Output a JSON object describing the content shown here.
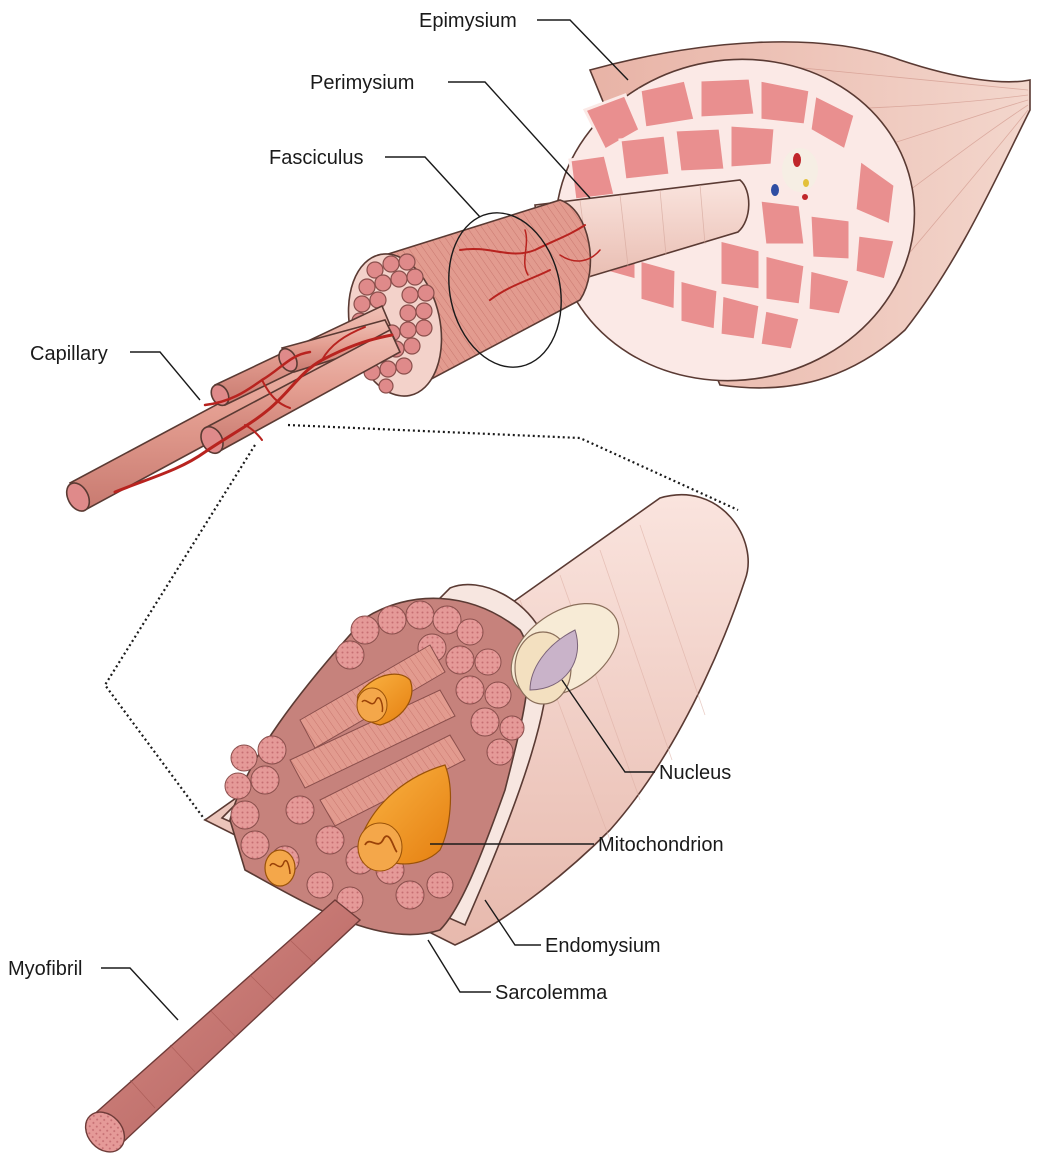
{
  "labels": {
    "epimysium": "Epimysium",
    "perimysium": "Perimysium",
    "fasciculus": "Fasciculus",
    "capillary": "Capillary",
    "nucleus": "Nucleus",
    "mitochondrion": "Mitochondrion",
    "endomysium": "Endomysium",
    "sarcolemma": "Sarcolemma",
    "myofibril": "Myofibril"
  },
  "colors": {
    "muscle": "#e3a394",
    "muscle_light": "#f2cfc4",
    "fiber_end": "#df8a8a",
    "connective": "#fbe9e6",
    "capillary": "#b8231f",
    "mitochondrion": "#f39a1e",
    "nucleus": "#c9b3c9",
    "outline": "#5a3a33"
  }
}
